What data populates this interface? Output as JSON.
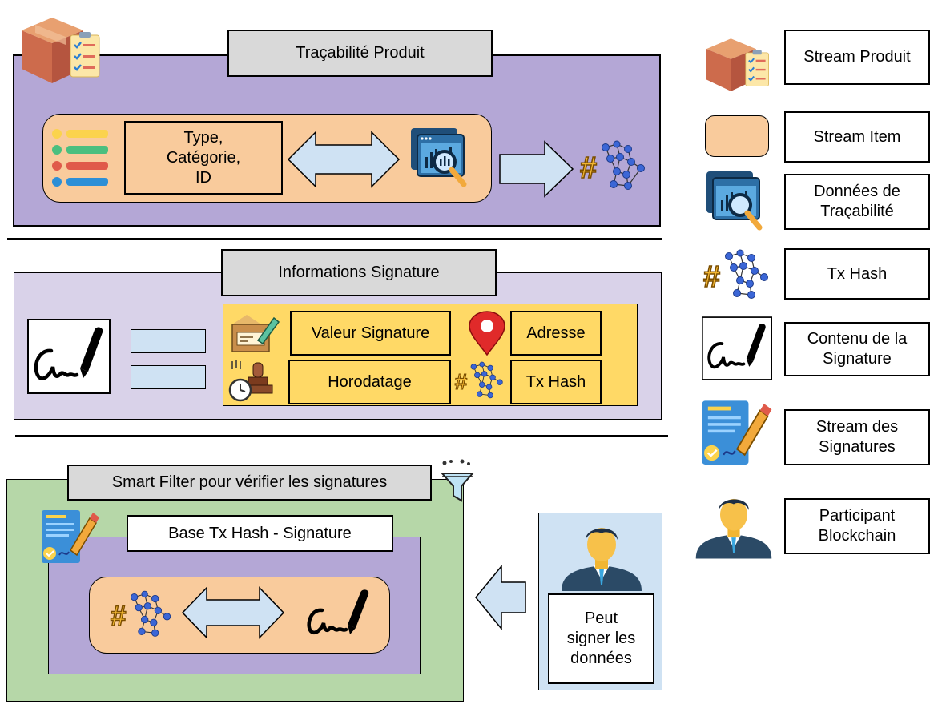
{
  "sections": {
    "product": {
      "title": "Traçabilité Produit",
      "item_text": "Type,\nCatégorie,\nID"
    },
    "signature": {
      "title": "Informations Signature",
      "fields": {
        "valeur": "Valeur Signature",
        "adresse": "Adresse",
        "horodatage": "Horodatage",
        "txhash": "Tx Hash"
      }
    },
    "filter": {
      "title": "Smart Filter pour vérifier les signatures",
      "base_title": "Base Tx Hash - Signature"
    }
  },
  "participant": {
    "text": "Peut\nsigner les\ndonnées"
  },
  "legend": [
    {
      "icon": "product-box-icon",
      "label": "Stream Produit"
    },
    {
      "icon": "stream-item-swatch",
      "label": "Stream Item"
    },
    {
      "icon": "traceability-data-icon",
      "label": "Données de\nTraçabilité"
    },
    {
      "icon": "tx-hash-icon",
      "label": "Tx Hash"
    },
    {
      "icon": "signature-pen-icon",
      "label": "Contenu de la\nSignature"
    },
    {
      "icon": "signed-document-icon",
      "label": "Stream des\nSignatures"
    },
    {
      "icon": "person-icon",
      "label": "Participant\nBlockchain"
    }
  ],
  "colors": {
    "purple": "#b4a7d6",
    "lavender": "#d9d2e9",
    "green": "#b6d7a8",
    "peach": "#f9cb9c",
    "yellow": "#ffd966",
    "light_blue": "#cfe2f3",
    "grey_label": "#d9d9d9"
  }
}
